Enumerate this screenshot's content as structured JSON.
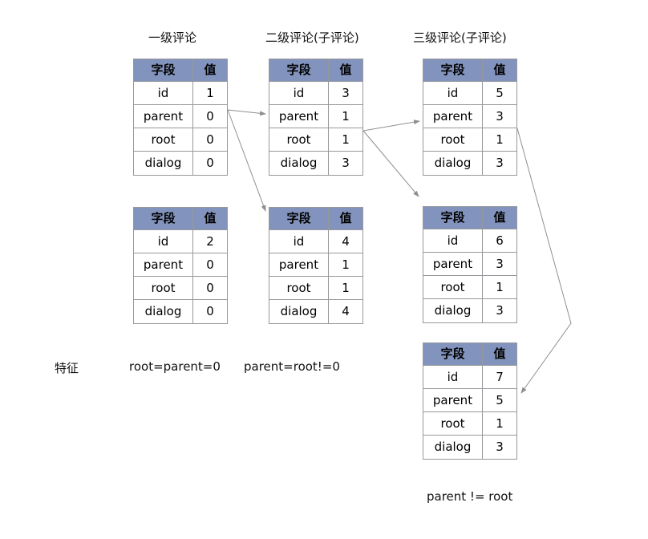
{
  "diagram": {
    "columns": [
      {
        "title": "一级评论",
        "feature": "root=parent=0"
      },
      {
        "title": "二级评论(子评论)",
        "feature": "parent=root!=0"
      },
      {
        "title": "三级评论(子评论)",
        "feature": "parent != root"
      }
    ],
    "feature_label": "特征",
    "header": {
      "field": "字段",
      "value": "值"
    },
    "field_names": [
      "id",
      "parent",
      "root",
      "dialog"
    ],
    "tables": [
      {
        "comment_id": "1",
        "column": 1,
        "values": [
          "1",
          "0",
          "0",
          "0"
        ]
      },
      {
        "comment_id": "2",
        "column": 1,
        "values": [
          "2",
          "0",
          "0",
          "0"
        ]
      },
      {
        "comment_id": "3",
        "column": 2,
        "values": [
          "3",
          "1",
          "1",
          "3"
        ]
      },
      {
        "comment_id": "4",
        "column": 2,
        "values": [
          "4",
          "1",
          "1",
          "4"
        ]
      },
      {
        "comment_id": "5",
        "column": 3,
        "values": [
          "5",
          "3",
          "1",
          "3"
        ]
      },
      {
        "comment_id": "6",
        "column": 3,
        "values": [
          "6",
          "3",
          "1",
          "3"
        ]
      },
      {
        "comment_id": "7",
        "column": 3,
        "values": [
          "7",
          "5",
          "1",
          "3"
        ]
      }
    ],
    "arrows": [
      {
        "from": "comment-1",
        "to": "comment-3"
      },
      {
        "from": "comment-1",
        "to": "comment-4"
      },
      {
        "from": "comment-3",
        "to": "comment-5"
      },
      {
        "from": "comment-3",
        "to": "comment-6"
      },
      {
        "from": "comment-5",
        "to": "comment-7"
      }
    ],
    "colors": {
      "header_bg": "#8293bd",
      "border": "#97989b",
      "arrow": "#8f8f8f",
      "text": "#000000",
      "background": "#ffffff"
    }
  }
}
